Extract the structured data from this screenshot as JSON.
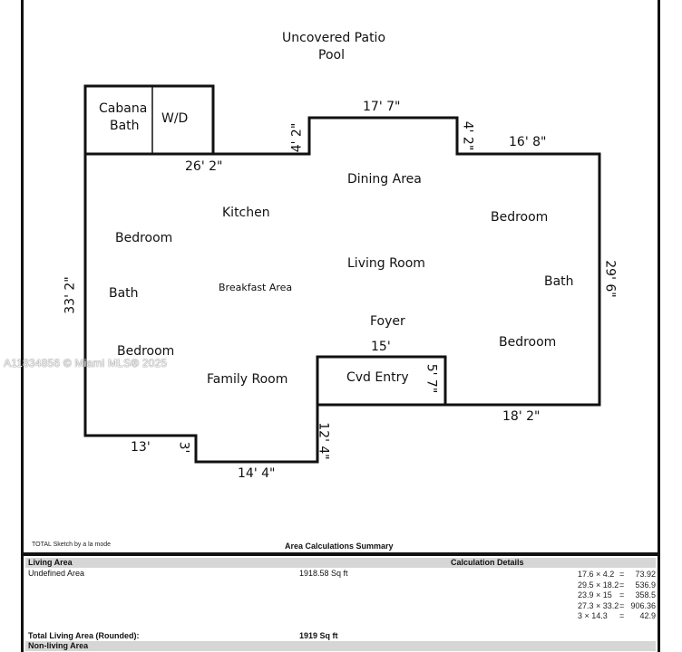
{
  "outdoor": {
    "patio": "Uncovered Patio",
    "pool": "Pool"
  },
  "rooms": {
    "cabana_bath_line1": "Cabana",
    "cabana_bath_line2": "Bath",
    "wd": "W/D",
    "dining_area": "Dining Area",
    "kitchen": "Kitchen",
    "bedroom_nw": "Bedroom",
    "bedroom_ne": "Bedroom",
    "living_room": "Living Room",
    "bath_w": "Bath",
    "breakfast_area": "Breakfast Area",
    "bath_e": "Bath",
    "foyer": "Foyer",
    "bedroom_sw": "Bedroom",
    "bedroom_se": "Bedroom",
    "family_room": "Family Room",
    "cvd_entry": "Cvd Entry"
  },
  "dimensions": {
    "top_bump_width": "17' 7\"",
    "left_step_height": "4' 2\"",
    "right_step_height": "4' 2\"",
    "top_right_width": "16' 8\"",
    "top_left_width": "26' 2\"",
    "left_height": "33' 2\"",
    "right_height": "29' 6\"",
    "entry_width": "15'",
    "entry_depth": "5' 7\"",
    "bottom_right_width": "18' 2\"",
    "bottom_left_width": "13'",
    "bottom_step": "3'",
    "bottom_mid_width": "14' 4\"",
    "bottom_mid_height": "12' 4\""
  },
  "watermark": "A11834856 © Miami MLS® 2025",
  "footer": {
    "credit": "TOTAL Sketch by a la mode",
    "title": "Area Calculations Summary"
  },
  "summary": {
    "living_area_header": "Living Area",
    "calc_details_header": "Calculation Details",
    "area_name": "Undefined Area",
    "area_value": "1918.58 Sq ft",
    "calculations": [
      {
        "expr": "17.6 × 4.2",
        "eq": "=",
        "result": "73.92"
      },
      {
        "expr": "29.5 × 18.2",
        "eq": "=",
        "result": "536.9"
      },
      {
        "expr": "23.9 × 15",
        "eq": "=",
        "result": "358.5"
      },
      {
        "expr": "27.3 × 33.2",
        "eq": "=",
        "result": "906.36"
      },
      {
        "expr": "3 × 14.3",
        "eq": "=",
        "result": "42.9"
      }
    ],
    "total_label": "Total Living Area (Rounded):",
    "total_value": "1919 Sq ft",
    "non_living_header": "Non-living Area"
  }
}
